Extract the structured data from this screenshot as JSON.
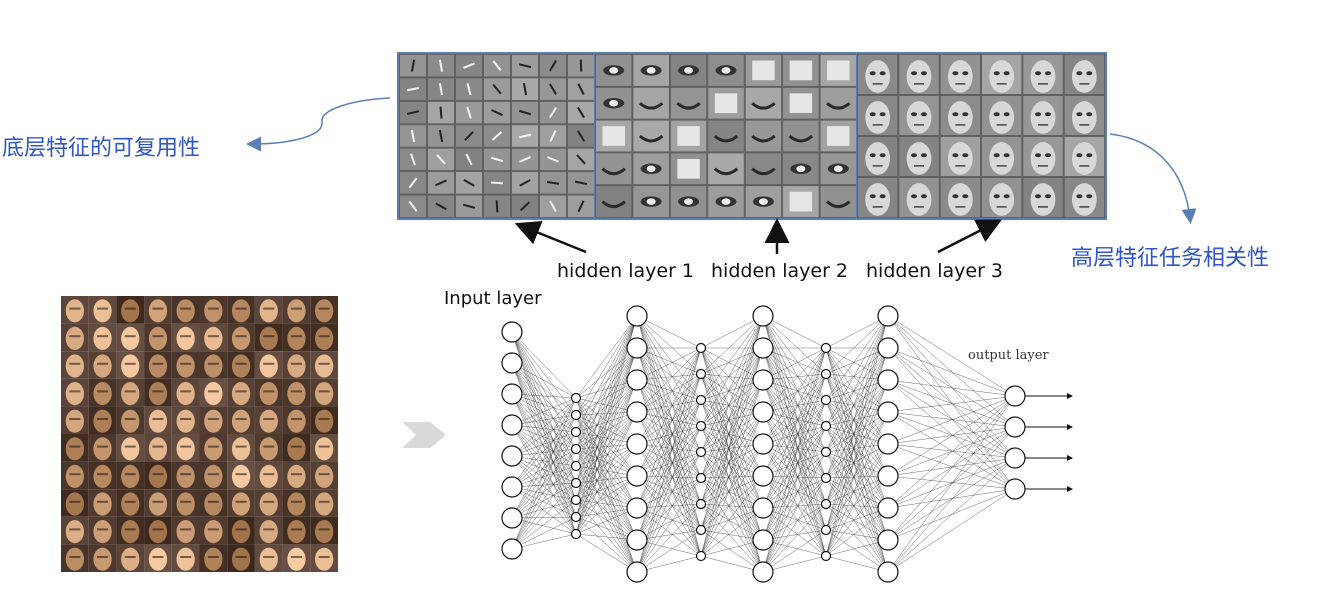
{
  "labels": {
    "low_level": "底层特征的可复用性",
    "high_level": "高层特征任务相关性",
    "hidden1": "hidden layer 1",
    "hidden2": "hidden layer 2",
    "hidden3": "hidden layer 3",
    "input": "Input layer",
    "output": "output layer"
  },
  "colors": {
    "accent_blue": "#2f56c9",
    "panel_border": "#5b7fb4",
    "arrow_blue": "#5b7fb4",
    "chevron_gray": "#d9d9d9"
  },
  "network": {
    "layers": [
      {
        "name": "input",
        "nodes": 8
      },
      {
        "name": "hidden-1",
        "nodes": 9
      },
      {
        "name": "hidden-1b",
        "nodes": 9
      },
      {
        "name": "hidden-2",
        "nodes": 9
      },
      {
        "name": "hidden-2b",
        "nodes": 9
      },
      {
        "name": "hidden-3",
        "nodes": 9
      },
      {
        "name": "output",
        "nodes": 4
      }
    ]
  },
  "feature_panels": [
    {
      "name": "edges",
      "rows": 7,
      "cols": 7
    },
    {
      "name": "parts",
      "rows": 5,
      "cols": 7
    },
    {
      "name": "faces",
      "rows": 4,
      "cols": 6
    }
  ],
  "face_grid": {
    "rows": 10,
    "cols": 10
  }
}
